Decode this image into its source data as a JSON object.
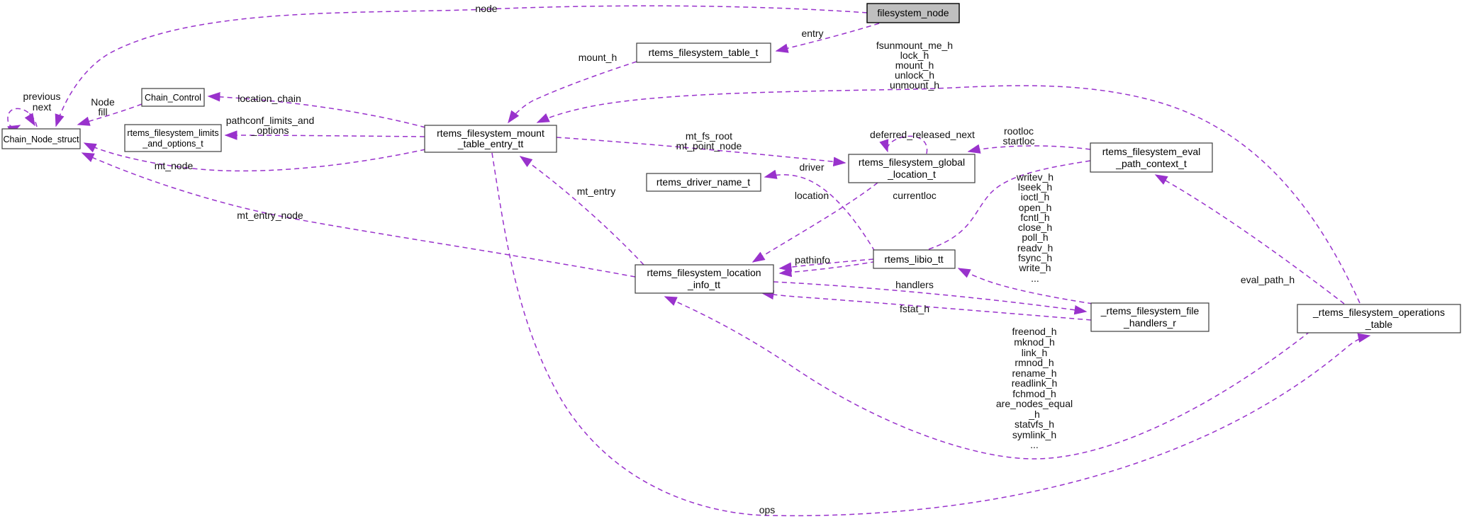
{
  "colors": {
    "edge": "#9932CC",
    "box_border": "#3c3c3c",
    "box_fill": "#ffffff",
    "highlight_fill": "#bfbfbf",
    "text": "#000000",
    "background": "#ffffff"
  },
  "nodes": {
    "filesystem_node": {
      "label": "filesystem_node"
    },
    "chain_node_struct": {
      "label": "Chain_Node_struct"
    },
    "chain_control": {
      "label": "Chain_Control"
    },
    "limits": {
      "line1": "rtems_filesystem_limits",
      "line2": "_and_options_t"
    },
    "mount_table_entry": {
      "line1": "rtems_filesystem_mount",
      "line2": "_table_entry_tt"
    },
    "filesystem_table": {
      "label": "rtems_filesystem_table_t"
    },
    "driver_name": {
      "label": "rtems_driver_name_t"
    },
    "global_location": {
      "line1": "rtems_filesystem_global",
      "line2": "_location_t"
    },
    "eval_path_context": {
      "line1": "rtems_filesystem_eval",
      "line2": "_path_context_t"
    },
    "location_info": {
      "line1": "rtems_filesystem_location",
      "line2": "_info_tt"
    },
    "libio": {
      "label": "rtems_libio_tt"
    },
    "file_handlers": {
      "line1": "_rtems_filesystem_file",
      "line2": "_handlers_r"
    },
    "operations_table": {
      "line1": "_rtems_filesystem_operations",
      "line2": "_table"
    }
  },
  "edge_labels": {
    "node": "node",
    "entry": "entry",
    "mount_h": "mount_h",
    "ops_to_mount": [
      "fsunmount_me_h",
      "lock_h",
      "mount_h",
      "unlock_h",
      "unmount_h"
    ],
    "chain_self": [
      "previous",
      "next"
    ],
    "control_to_node": [
      "Node",
      "fill"
    ],
    "location_chain": "location_chain",
    "pathconf": [
      "pathconf_limits_and",
      "_options"
    ],
    "mt_node": "mt_node",
    "mt_entry_node": "mt_entry_node",
    "mount_to_global": [
      "mt_fs_root",
      "mt_point_node"
    ],
    "deferred": "deferred_released_next",
    "eval_to_global": [
      "rootloc",
      "startloc"
    ],
    "location": "location",
    "driver": "driver",
    "pathinfo": "pathinfo",
    "currentloc": "currentloc",
    "handlers": "handlers",
    "fstat_h": "fstat_h",
    "handlers_to_libio": [
      "writev_h",
      "lseek_h",
      "ioctl_h",
      "open_h",
      "fcntl_h",
      "close_h",
      "poll_h",
      "readv_h",
      "fsync_h",
      "write_h",
      "..."
    ],
    "eval_path_h": "eval_path_h",
    "ops_to_location": [
      "freenod_h",
      "mknod_h",
      "link_h",
      "rmnod_h",
      "rename_h",
      "readlink_h",
      "fchmod_h",
      "are_nodes_equal",
      "_h",
      "statvfs_h",
      "symlink_h",
      "..."
    ],
    "ops": "ops",
    "mt_entry": "mt_entry"
  }
}
